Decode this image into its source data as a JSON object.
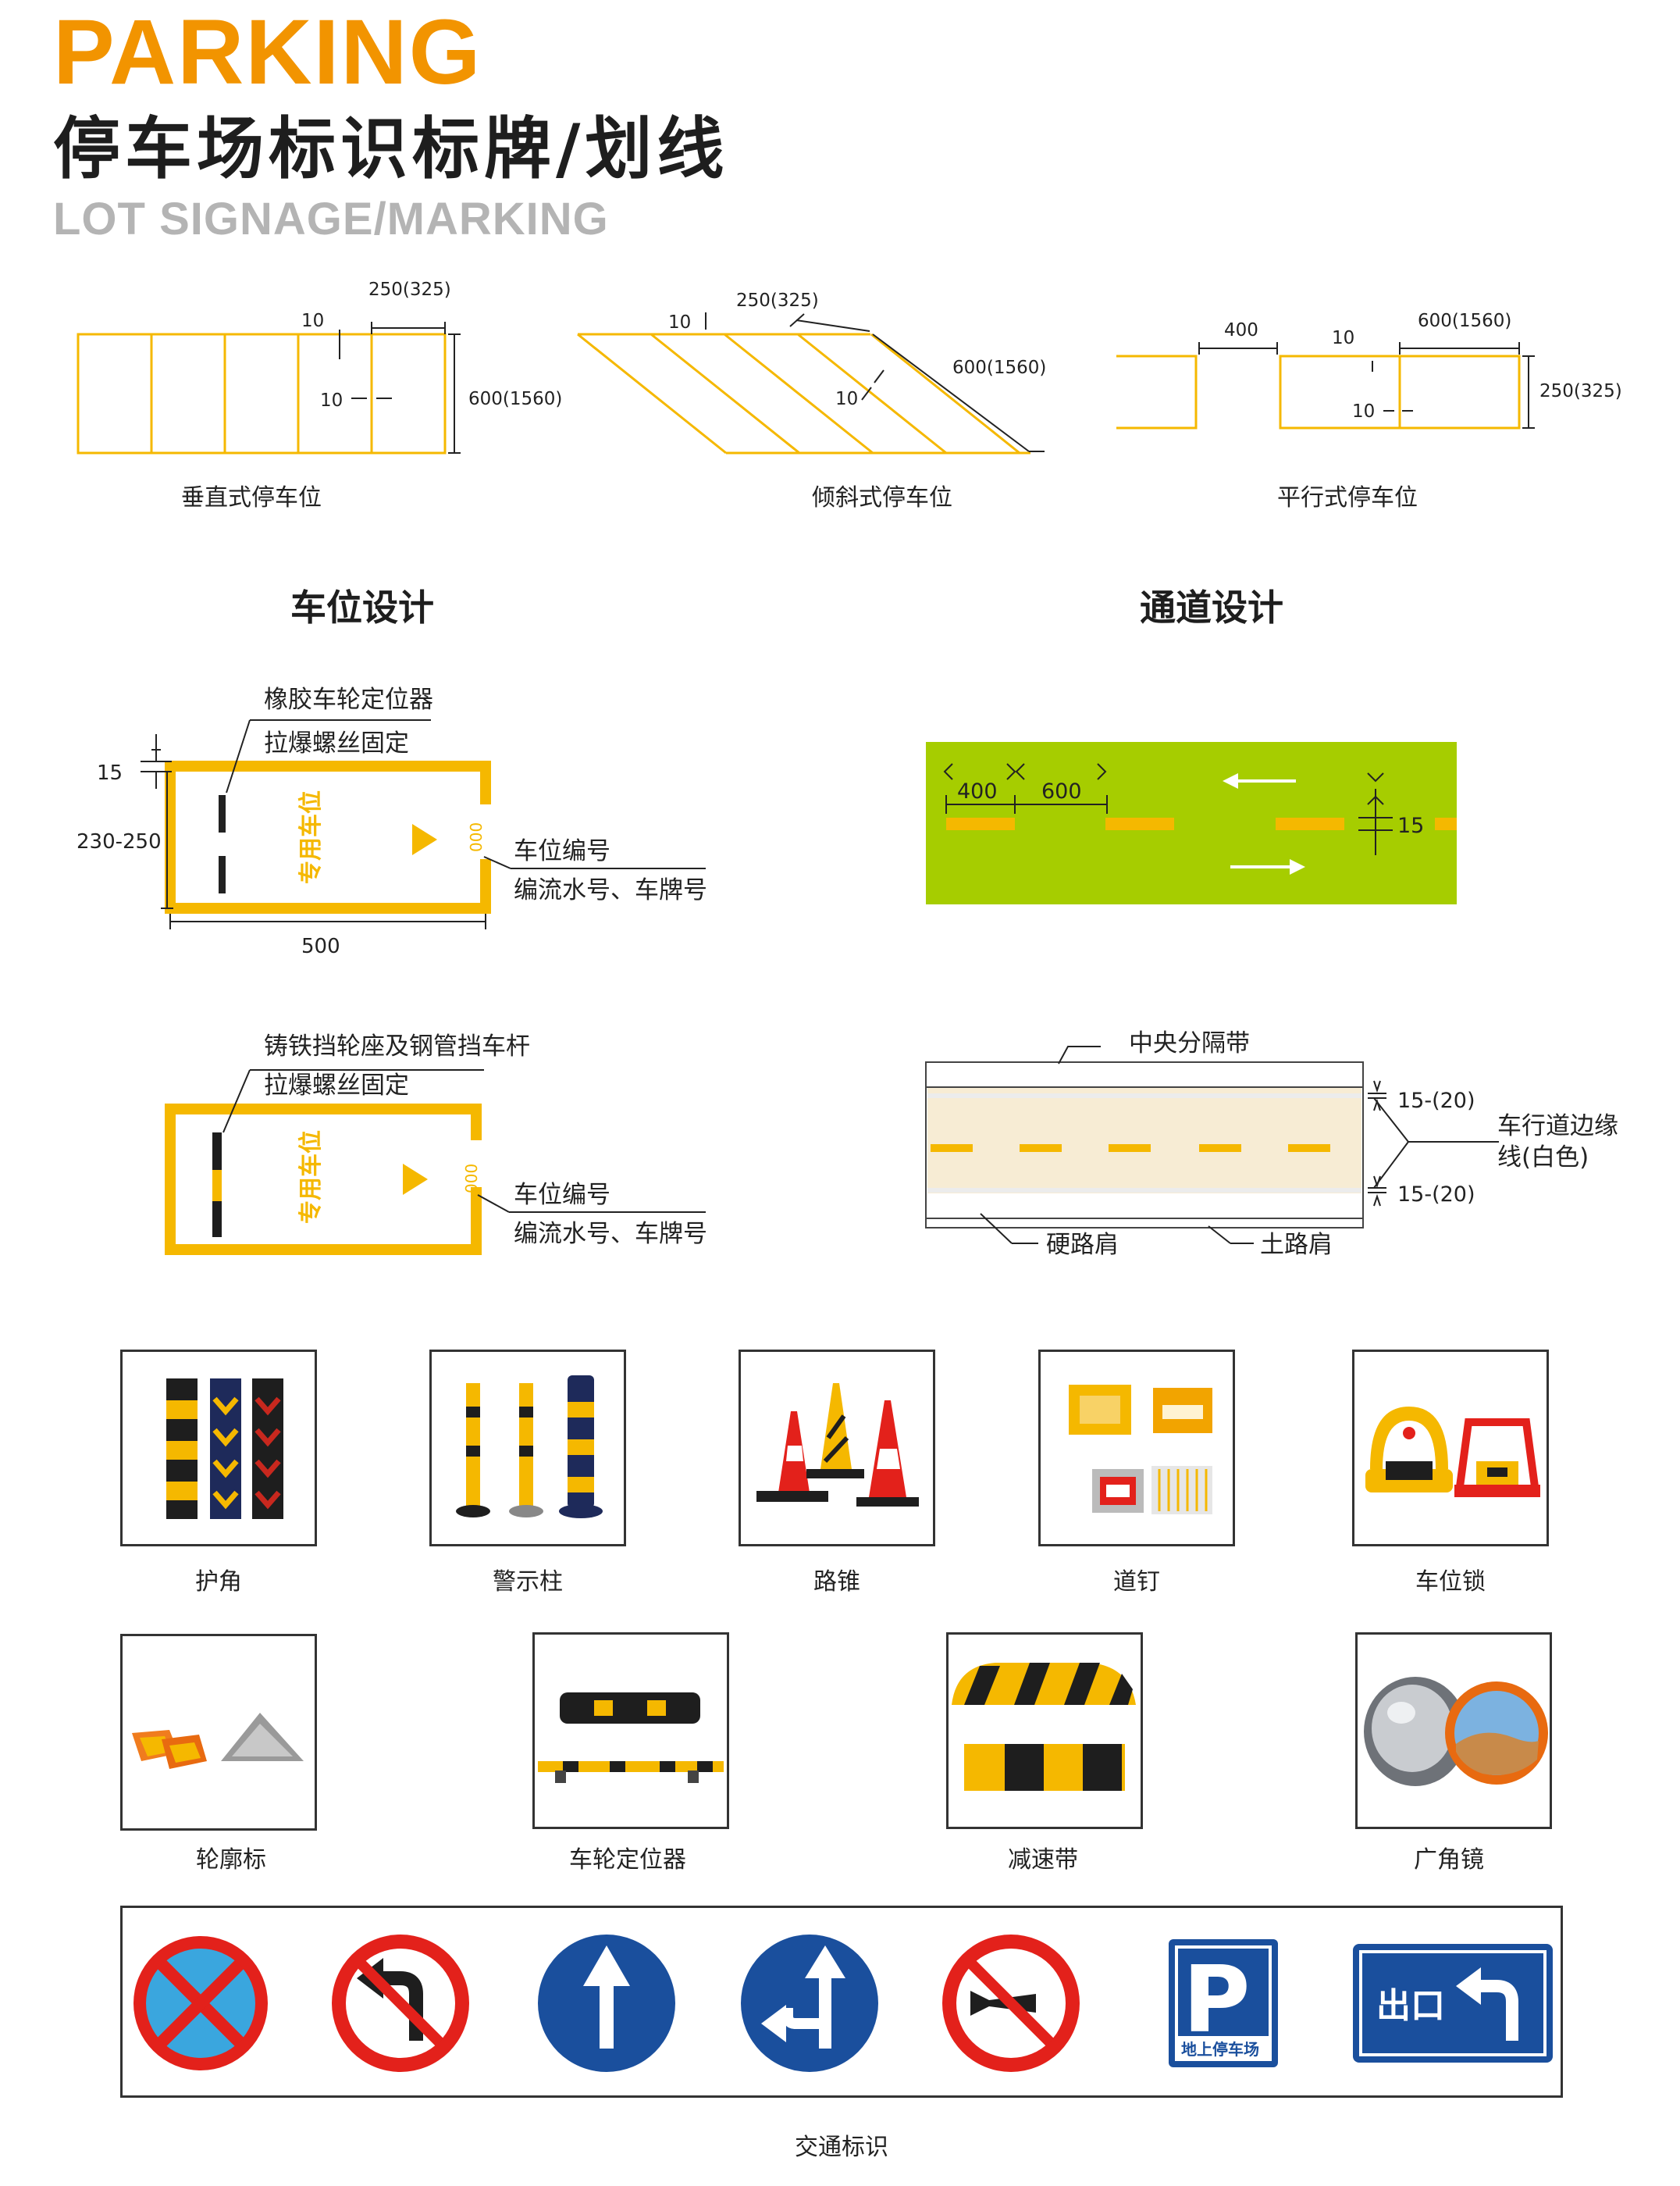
{
  "header": {
    "title_en": "PARKING",
    "title_cn": "停车场标识标牌/划线",
    "subtitle_en": "LOT SIGNAGE/MARKING"
  },
  "colors": {
    "accent": "#f29400",
    "marking": "#f5b800",
    "lane_green": "#a6cd00",
    "sign_red": "#e3211b",
    "sign_blue": "#1a4f9d"
  },
  "stalls": {
    "vertical": {
      "caption": "垂直式停车位",
      "d_top": "250(325)",
      "d_line": "10",
      "d_gap": "10",
      "d_len": "600(1560)"
    },
    "angled": {
      "caption": "倾斜式停车位",
      "d_top": "250(325)",
      "d_line": "10",
      "d_gap": "10",
      "d_len": "600(1560)"
    },
    "parallel": {
      "caption": "平行式停车位",
      "d_gap": "400",
      "d_line": "10",
      "d_len": "600(1560)",
      "d_gap2": "10",
      "d_width": "250(325)"
    }
  },
  "sections": {
    "stall_design": "车位设计",
    "lane_design": "通道设计"
  },
  "stall_design1": {
    "label_top": "橡胶车轮定位器",
    "label_fix": "拉爆螺丝固定",
    "dim_line": "15",
    "dim_depth": "230-250",
    "dim_width": "500",
    "stall_text": "专用车位",
    "number_text": "000",
    "label_num": "车位编号",
    "label_num2": "编流水号、车牌号"
  },
  "stall_design2": {
    "label_top": "铸铁挡轮座及钢管挡车杆",
    "label_fix": "拉爆螺丝固定",
    "stall_text": "专用车位",
    "number_text": "000",
    "label_num": "车位编号",
    "label_num2": "编流水号、车牌号"
  },
  "lane_design": {
    "dim_dash": "400",
    "dim_gap": "600",
    "dim_width": "15"
  },
  "road_section": {
    "label_median": "中央分隔带",
    "dim_top": "15-(20)",
    "dim_bottom": "15-(20)",
    "label_edge": "车行道边缘",
    "label_edge2": "线(白色)",
    "label_hard": "硬路肩",
    "label_soil": "土路肩"
  },
  "products_row1": [
    {
      "caption": "护角"
    },
    {
      "caption": "警示柱"
    },
    {
      "caption": "路锥"
    },
    {
      "caption": "道钉"
    },
    {
      "caption": "车位锁"
    }
  ],
  "products_row2": [
    {
      "caption": "轮廓标"
    },
    {
      "caption": "车轮定位器"
    },
    {
      "caption": "减速带"
    },
    {
      "caption": "广角镜"
    }
  ],
  "traffic_signs": {
    "caption": "交通标识",
    "parking_letter": "P",
    "parking_text": "地上停车场",
    "exit_text": "出口"
  }
}
